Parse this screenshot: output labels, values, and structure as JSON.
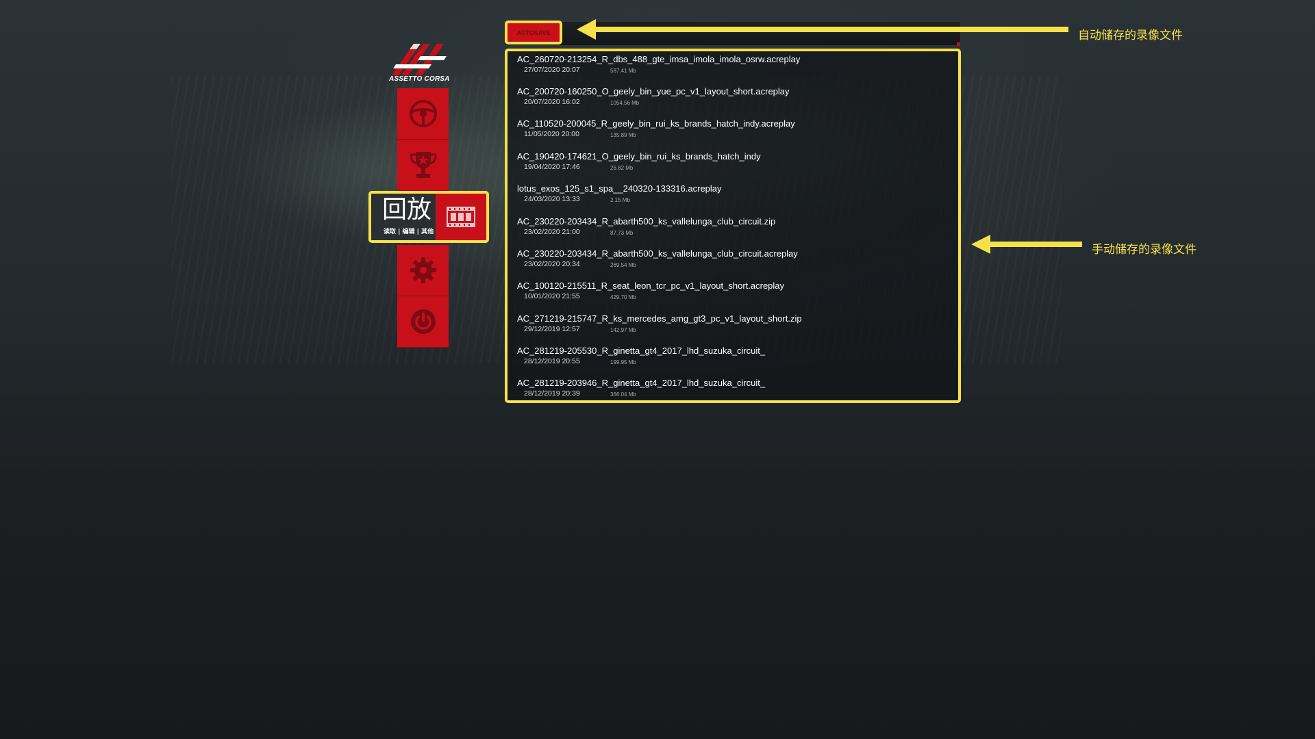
{
  "logo": {
    "text": "ASSETTO CORSA"
  },
  "menu": {
    "items": [
      {
        "icon": "steering-wheel-icon"
      },
      {
        "icon": "trophy-icon"
      },
      {
        "icon": "film-strip-icon",
        "title": "回放",
        "subtitle": "读取 | 编辑 | 其他",
        "selected": true
      },
      {
        "icon": "gear-icon"
      },
      {
        "icon": "power-icon"
      }
    ],
    "accent_color": "#c8101a"
  },
  "annotations": {
    "autosave_label": "自动储存的录像文件",
    "manual_label": "手动储存的录像文件",
    "highlight_color": "#f7e14a"
  },
  "autosave_tab": {
    "label": "AUTOSAVE"
  },
  "replays": [
    {
      "name": "AC_260720-213254_R_dbs_488_gte_imsa_imola_imola_osrw.acreplay",
      "date": "27/07/2020 20:07",
      "size": "587.41 Mb"
    },
    {
      "name": "AC_200720-160250_O_geely_bin_yue_pc_v1_layout_short.acreplay",
      "date": "20/07/2020 16:02",
      "size": "1054.56 Mb"
    },
    {
      "name": "AC_110520-200045_R_geely_bin_rui_ks_brands_hatch_indy.acreplay",
      "date": "11/05/2020 20:00",
      "size": "135.89 Mb"
    },
    {
      "name": "AC_190420-174621_O_geely_bin_rui_ks_brands_hatch_indy",
      "date": "19/04/2020 17:46",
      "size": "26.82 Mb"
    },
    {
      "name": "lotus_exos_125_s1_spa__240320-133316.acreplay",
      "date": "24/03/2020 13:33",
      "size": "2.15 Mb"
    },
    {
      "name": "AC_230220-203434_R_abarth500_ks_vallelunga_club_circuit.zip",
      "date": "23/02/2020 21:00",
      "size": "87.73 Mb"
    },
    {
      "name": "AC_230220-203434_R_abarth500_ks_vallelunga_club_circuit.acreplay",
      "date": "23/02/2020 20:34",
      "size": "269.54 Mb"
    },
    {
      "name": "AC_100120-215511_R_seat_leon_tcr_pc_v1_layout_short.acreplay",
      "date": "10/01/2020 21:55",
      "size": "429.70 Mb"
    },
    {
      "name": "AC_271219-215747_R_ks_mercedes_amg_gt3_pc_v1_layout_short.zip",
      "date": "29/12/2019 12:57",
      "size": "142.97 Mb"
    },
    {
      "name": "AC_281219-205530_R_ginetta_gt4_2017_lhd_suzuka_circuit_",
      "date": "28/12/2019 20:55",
      "size": "199.95 Mb"
    },
    {
      "name": "AC_281219-203946_R_ginetta_gt4_2017_lhd_suzuka_circuit_",
      "date": "28/12/2019 20:39",
      "size": "366.04 Mb"
    }
  ]
}
